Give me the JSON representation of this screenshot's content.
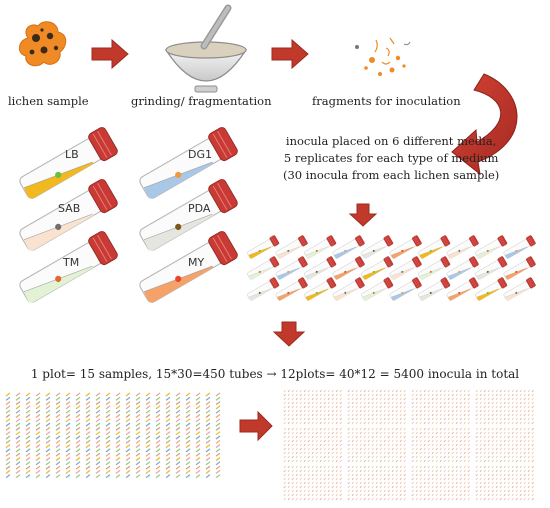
{
  "steps": {
    "lichen_sample": "lichen sample",
    "grinding": "grinding/ fragmentation",
    "fragments": "fragments for inoculation"
  },
  "media_note": [
    "inocula placed on 6 different media,",
    "5 replicates for each type of medium",
    "(30 inocula from each lichen sample)"
  ],
  "media": [
    {
      "label": "LB",
      "color": "#f2b820",
      "dot": "#6abf3c"
    },
    {
      "label": "DG1",
      "color": "#a9c8e8",
      "dot": "#f09a3a"
    },
    {
      "label": "SAB",
      "color": "#f9e3cf",
      "dot": "#6f6f6f"
    },
    {
      "label": "PDA",
      "color": "#e6e6e0",
      "dot": "#7a5a1a"
    },
    {
      "label": "TM",
      "color": "#e3f1d5",
      "dot": "#e06a2a"
    },
    {
      "label": "MY",
      "color": "#f4a26a",
      "dot": "#e8462a"
    }
  ],
  "summary": "1 plot= 15 samples, 15*30=450 tubes → 12plots= 40*12 = 5400 inocula in total",
  "colors": {
    "arrow": "#c0392b",
    "arrow_dark": "#9e2a20",
    "cap": "#c93a35",
    "lichen": "#f08a24"
  }
}
